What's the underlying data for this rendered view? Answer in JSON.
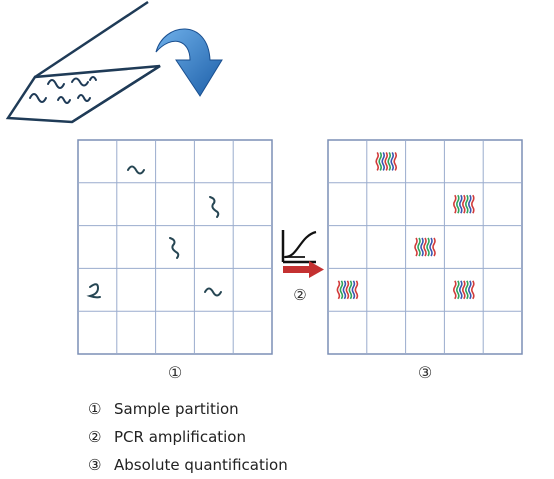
{
  "diagram": {
    "grid_left_label": "①",
    "grid_right_label": "③",
    "arrow_label": "②",
    "legend": [
      {
        "num": "①",
        "text": "Sample partition"
      },
      {
        "num": "②",
        "text": "PCR amplification"
      },
      {
        "num": "③",
        "text": "Absolute quantification"
      }
    ],
    "colors": {
      "grid_line": "#9aaccd",
      "grid_border": "#7c8fb5",
      "strand": "#264653",
      "tube": "#1f3b57",
      "curved_arrow": "#2a6fb5",
      "pcr_arrow": "#c43131",
      "amplicon_red": "#d13b3b",
      "amplicon_green": "#2fa35a",
      "amplicon_blue": "#3a56b0"
    }
  }
}
